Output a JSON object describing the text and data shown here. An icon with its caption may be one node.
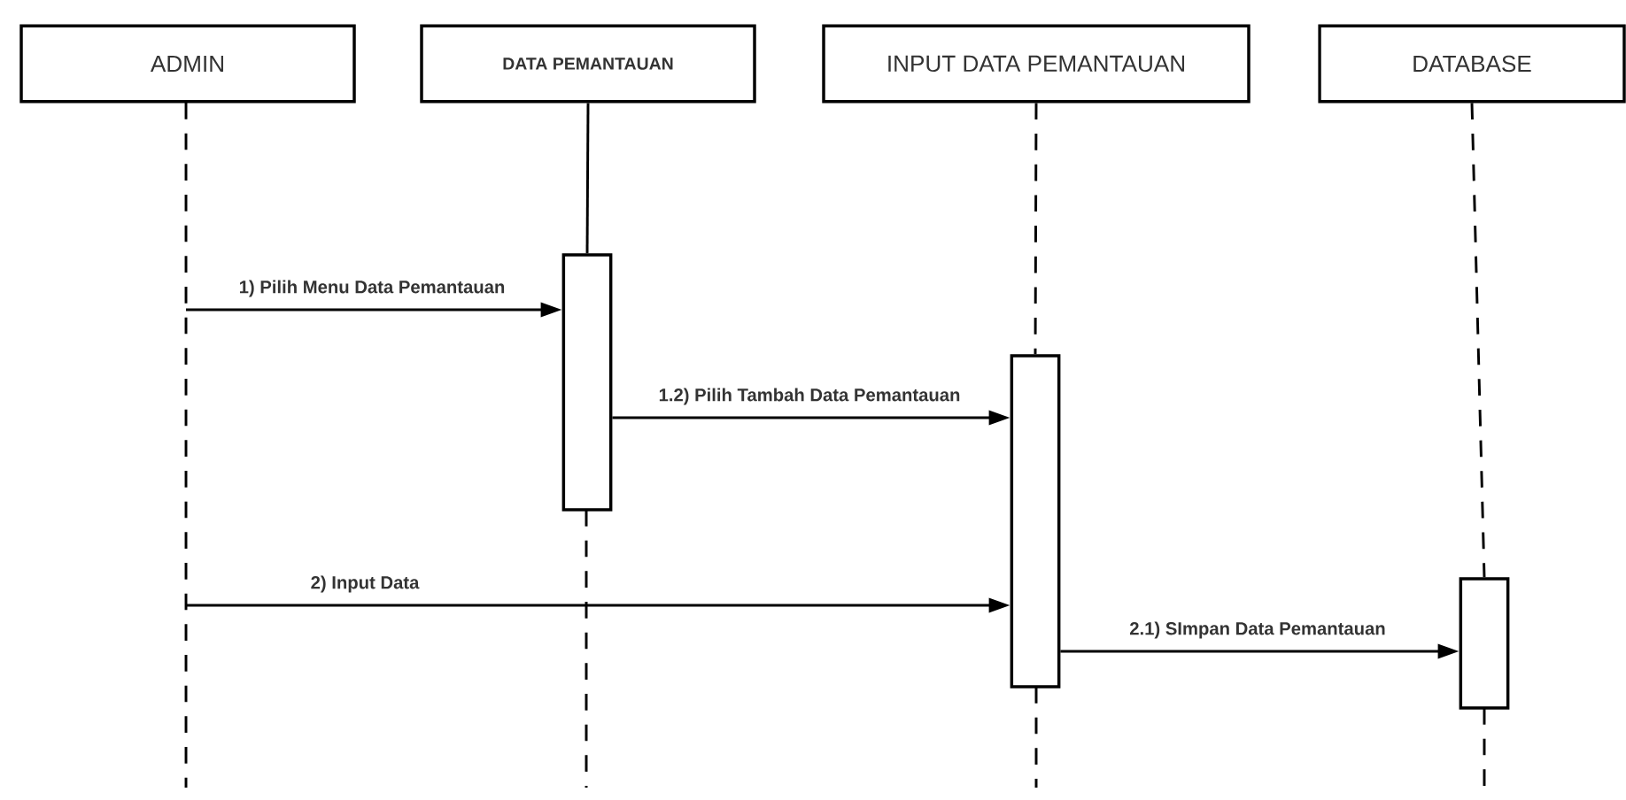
{
  "diagram": {
    "nodes": [
      {
        "text": [
          "ADMIN"
        ]
      },
      {
        "text": [
          "DATA PEMANTAUAN"
        ]
      },
      {
        "text": [
          "INPUT DATA PEMANTAUAN"
        ]
      },
      {
        "text": [
          "DATABASE"
        ]
      },
      {
        "text": [],
        "shape": "bar"
      },
      {
        "text": [],
        "shape": "bar"
      },
      {
        "text": [],
        "shape": "bar"
      }
    ],
    "edges": [
      {
        "from": null,
        "to": 4,
        "arrow": "to",
        "label": "1) Pilih Menu Data Pemantauan"
      },
      {
        "from": 4,
        "to": 5,
        "arrow": "to",
        "label": "1.2) Pilih Tambah Data Pemantauan"
      },
      {
        "from": null,
        "to": 5,
        "arrow": "to",
        "label": "2) Input Data"
      },
      {
        "from": 5,
        "to": 6,
        "arrow": "to",
        "label": "2.1) SImpan Data Pemantauan"
      },
      {
        "from": 1,
        "to": 4,
        "arrow": "none"
      },
      {
        "from": 2,
        "to": 5,
        "arrow": "none",
        "style": "dashed"
      },
      {
        "from": 3,
        "to": 6,
        "arrow": "none",
        "style": "dashed"
      }
    ]
  }
}
